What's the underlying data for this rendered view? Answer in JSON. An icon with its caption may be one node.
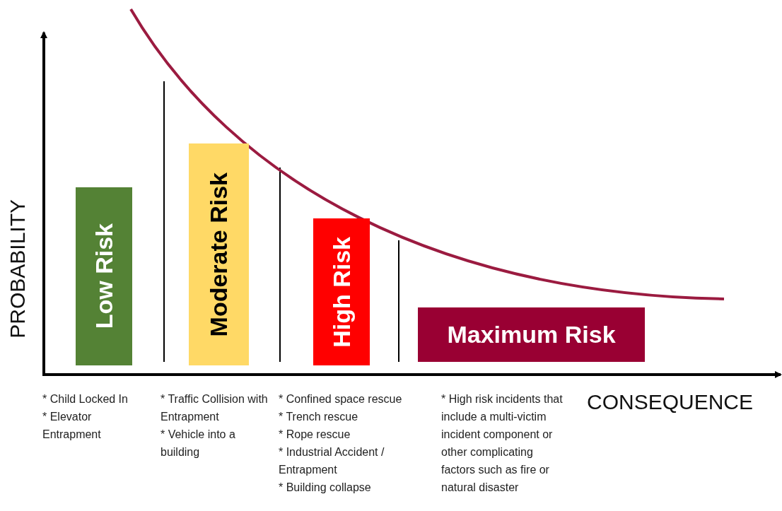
{
  "diagram": {
    "nodes": [
      {
        "text": [
          "Low Risk"
        ]
      },
      {
        "text": [
          "Moderate Risk"
        ]
      },
      {
        "text": [
          "High Risk"
        ]
      },
      {
        "text": [
          "Maximum Risk"
        ]
      }
    ],
    "labels": [
      "PROBABILITY",
      "CONSEQUENCE",
      "* Child Locked In",
      "* Elevator Entrapment",
      "* Traffic Collision with Entrapment",
      "* Vehicle into a building",
      "* Confined space rescue",
      "* Trench rescue",
      "* Rope rescue",
      "* Industrial Accident / Entrapment",
      "* Building collapse",
      "* High risk incidents that include a multi-victim incident component or other complicating factors such as fire or natural disaster"
    ]
  }
}
